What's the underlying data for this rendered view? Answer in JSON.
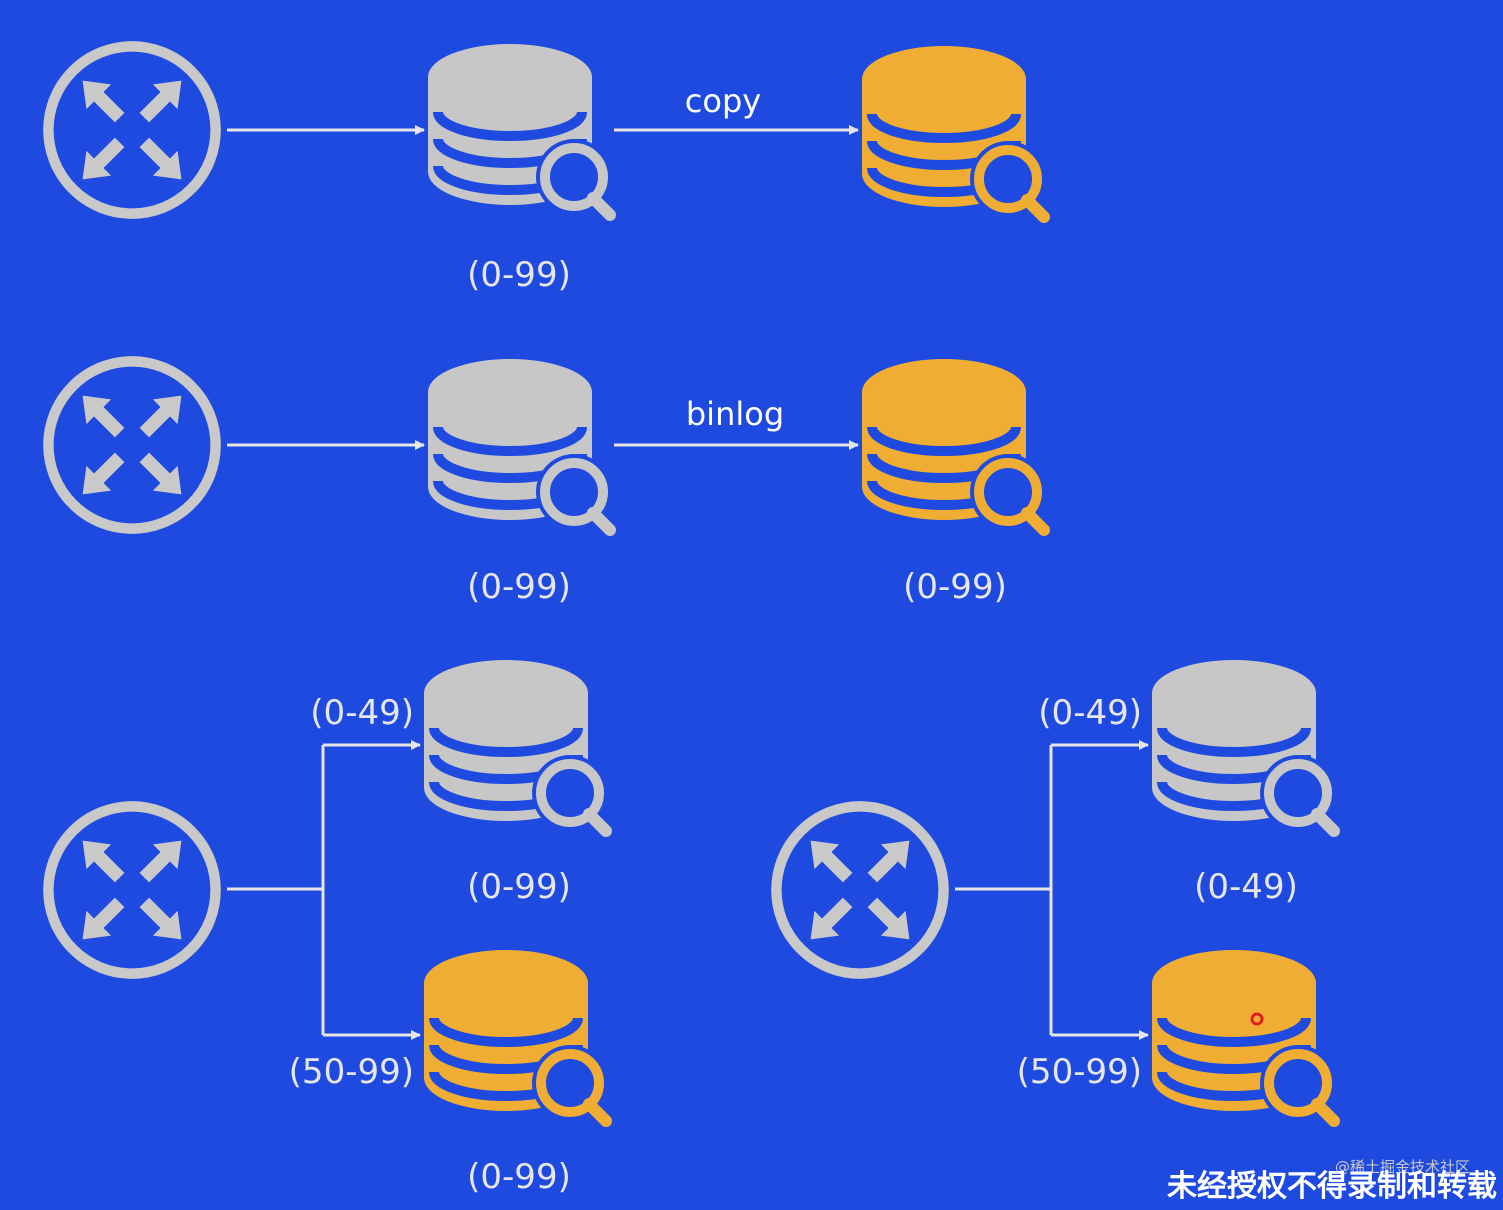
{
  "colors": {
    "background": "#1e4ae0",
    "gray_db": "#c7c7c7",
    "orange_db": "#f0ad33",
    "stroke": "#e6e6e6",
    "router": "#c9c9c9"
  },
  "icons": {
    "router": "router-icon",
    "database": "database-search-icon"
  },
  "rows": {
    "row1": {
      "edge_label": "copy",
      "source_range": "(0-99)"
    },
    "row2": {
      "edge_label": "binlog",
      "source_range": "(0-99)",
      "target_range": "(0-99)"
    },
    "row3_left": {
      "top_route": "(0-49)",
      "bottom_route": "(50-99)",
      "top_db_range": "(0-99)",
      "bottom_db_range": "(0-99)"
    },
    "row3_right": {
      "top_route": "(0-49)",
      "bottom_route": "(50-99)",
      "top_db_range": "(0-49)"
    }
  },
  "watermark": {
    "main": "未经授权不得录制和转载",
    "small": "@稀土掘金技术社区"
  }
}
